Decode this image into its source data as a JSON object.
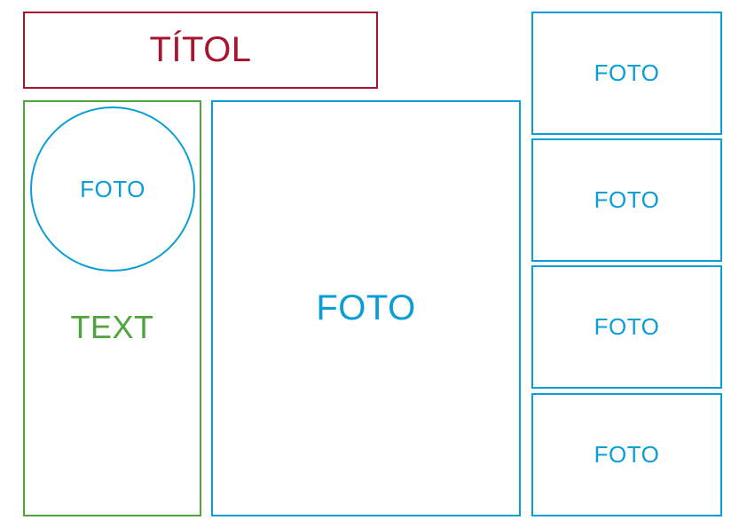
{
  "title": {
    "label": "TÍTOL",
    "color": "#a8132f"
  },
  "text_column": {
    "circle_photo_label": "FOTO",
    "text_label": "TEXT",
    "border_color": "#4fa53c",
    "photo_color": "#0b9ed6"
  },
  "main_photo": {
    "label": "FOTO",
    "color": "#0b9ed6"
  },
  "side_photos": [
    {
      "label": "FOTO"
    },
    {
      "label": "FOTO"
    },
    {
      "label": "FOTO"
    },
    {
      "label": "FOTO"
    }
  ]
}
